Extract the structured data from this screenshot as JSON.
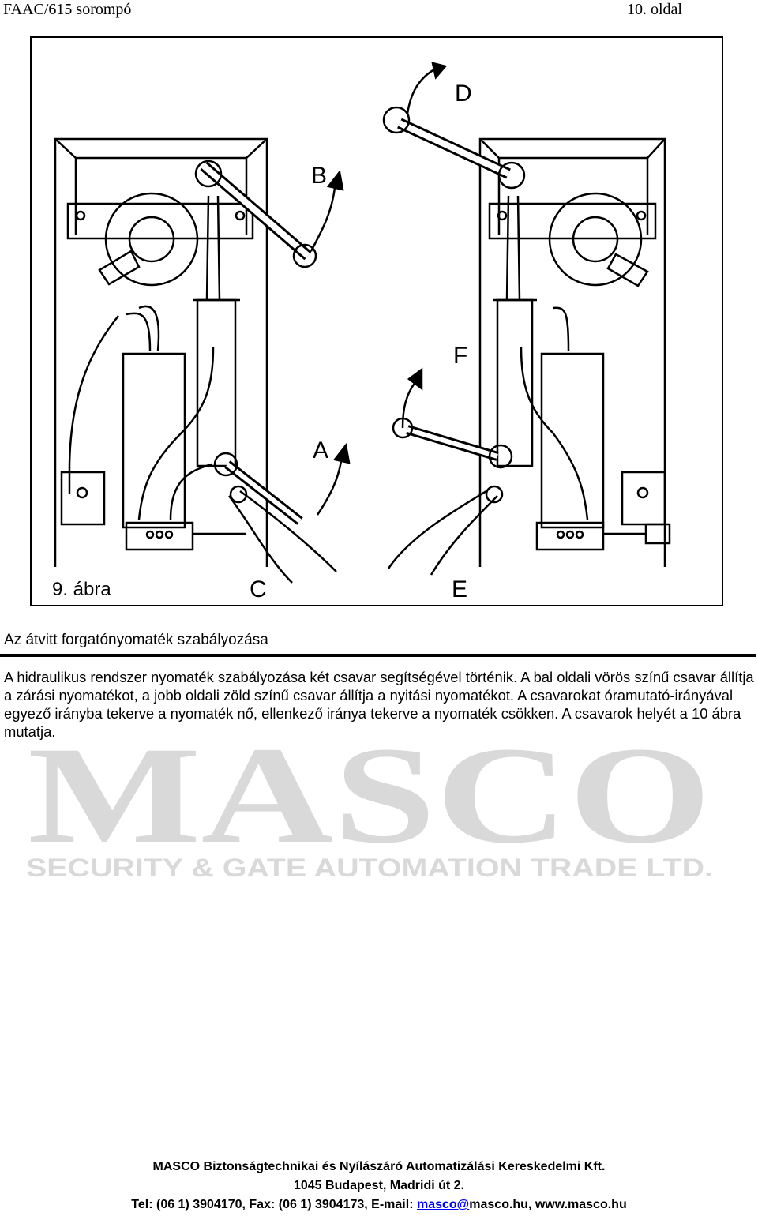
{
  "header": {
    "left": "FAAC/615 sorompó",
    "right": "10. oldal"
  },
  "figure": {
    "caption": "9. ábra",
    "labels": {
      "A": "A",
      "B": "B",
      "C": "C",
      "D": "D",
      "E": "E",
      "F": "F"
    }
  },
  "section": {
    "title": "Az átvitt forgatónyomaték szabályozása",
    "paragraph": "A hidraulikus rendszer nyomaték szabályozása két csavar segítségével történik. A bal oldali vörös színű csavar állítja a zárási nyomatékot, a jobb oldali zöld színű csavar állítja a nyitási nyomatékot. A csavarokat óramutató-irányával egyező irányba tekerve a nyomaték nő, ellenkező iránya tekerve a nyomaték csökken. A csavarok helyét a 10 ábra mutatja."
  },
  "watermark": {
    "brand": "MASCO",
    "tagline": "SECURITY & GATE AUTOMATION TRADE LTD.",
    "color": "#d9d9d9"
  },
  "footer": {
    "line1": "MASCO Biztonságtechnikai és Nyílászáró Automatizálási Kereskedelmi Kft.",
    "line2": "1045 Budapest, Madridi út 2.",
    "line3_prefix": "Tel: (06 1) 3904170, Fax: (06 1) 3904173, E-mail: ",
    "email_link": "masco@",
    "line3_suffix": "masco.hu, www.masco.hu"
  }
}
